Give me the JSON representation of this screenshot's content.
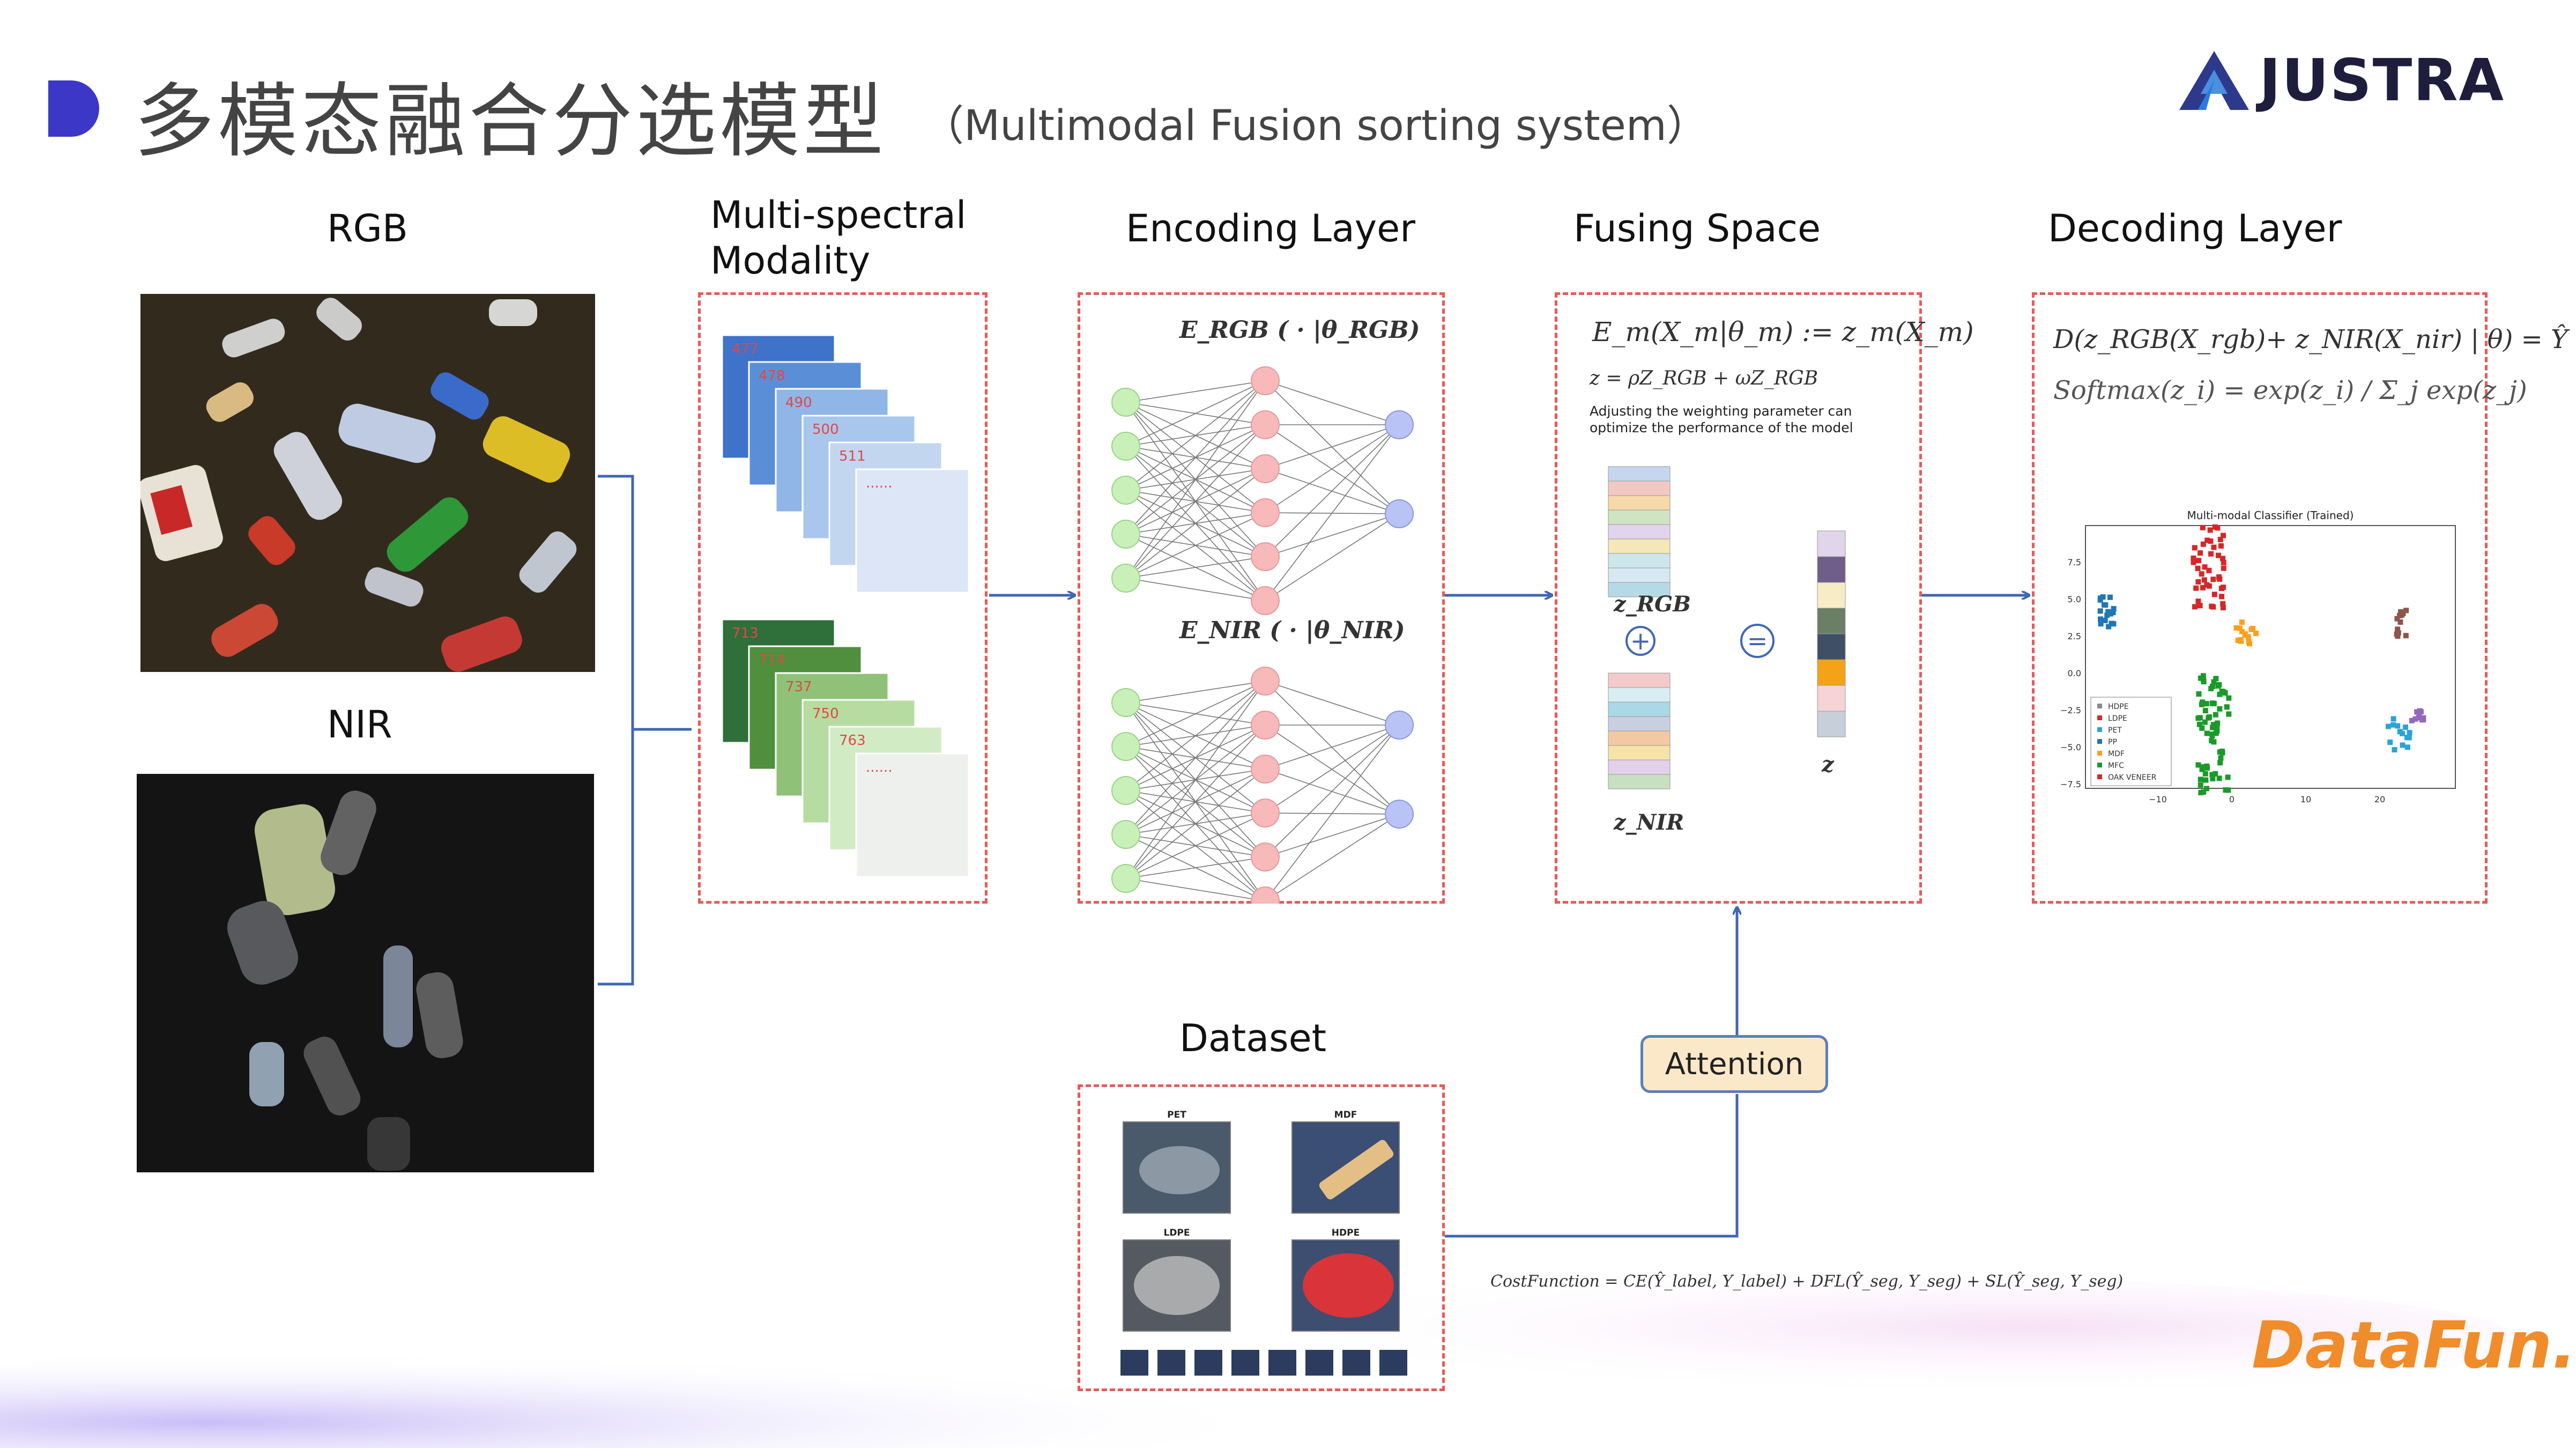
{
  "header": {
    "title_cn": "多模态融合分选模型",
    "title_en": "（Multimodal Fusion sorting system）",
    "brand": "JUSTRA",
    "footer_brand": "DataFun."
  },
  "sections": {
    "rgb": "RGB",
    "nir": "NIR",
    "multispectral_line1": "Multi-spectral",
    "multispectral_line2": "Modality",
    "encoding": "Encoding Layer",
    "fusing": "Fusing Space",
    "decoding": "Decoding Layer",
    "dataset": "Dataset"
  },
  "multispectral": {
    "rgb_bands": [
      "477",
      "478",
      "490",
      "500",
      "511",
      "......"
    ],
    "nir_bands": [
      "713",
      "714",
      "737",
      "750",
      "763",
      "......"
    ]
  },
  "encoding": {
    "rgb_label": "E_RGB ( · |θ_RGB)",
    "nir_label": "E_NIR ( · |θ_NIR)"
  },
  "fusing": {
    "eq1": "E_m(X_m|θ_m) := z_m(X_m)",
    "eq2": "z = ρZ_RGB + ωZ_RGB",
    "note_line1": "Adjusting the weighting parameter can",
    "note_line2": "optimize the performance of the model",
    "z_rgb": "z_RGB",
    "z_nir": "z_NIR",
    "z": "z",
    "plus": "+",
    "equals": "="
  },
  "decoding": {
    "eq1": "D(z_RGB(X_rgb)+ z_NIR(X_nir) | θ) = Ŷ",
    "eq2": "Softmax(z_i) = exp(z_i) / Σ_j exp(z_j)",
    "plot_title": "Multi-modal Classifier (Trained)",
    "y_ticks": [
      "7.5",
      "5.0",
      "2.5",
      "0.0",
      "−2.5",
      "−5.0",
      "−7.5"
    ],
    "x_ticks": [
      "−10",
      "0",
      "10",
      "20"
    ],
    "legend": [
      "HDPE",
      "LDPE",
      "PET",
      "PP",
      "MDF",
      "MFC",
      "OAK VENEER"
    ]
  },
  "dataset": {
    "tiles": [
      "PET",
      "MDF",
      "LDPE",
      "HDPE"
    ]
  },
  "attention_label": "Attention",
  "cost_function": "CostFunction = CE(Ŷ_label, Y_label) + DFL(Ŷ_seg, Y_seg) + SL(Ŷ_seg, Y_seg)",
  "colors": {
    "accent": "#3d37c8",
    "dashed_border": "#e85a5a",
    "arrow": "#3f67b3",
    "node_green": "#c8f0b8",
    "node_red": "#f7b9b9",
    "node_blue": "#b9c3f5",
    "attention_fill": "#fbe8c9"
  }
}
